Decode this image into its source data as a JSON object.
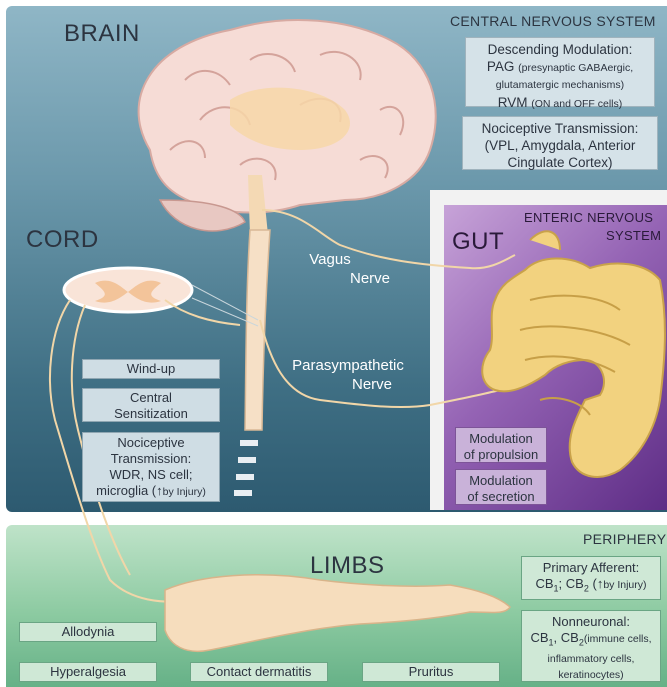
{
  "regions": {
    "brain": "BRAIN",
    "cns": "CENTRAL NERVOUS SYSTEM",
    "cord": "CORD",
    "gut": "GUT",
    "enteric_line1": "ENTERIC NERVOUS",
    "enteric_line2": "SYSTEM",
    "limbs": "LIMBS",
    "periphery": "PERIPHERY"
  },
  "nerves": {
    "vagus_line1": "Vagus",
    "vagus_line2": "Nerve",
    "para_line1": "Parasympathetic",
    "para_line2": "Nerve"
  },
  "cns_boxes": {
    "descending": {
      "title": "Descending Modulation:",
      "pag": "PAG",
      "pag_detail_1": "(presynaptic GABAergic,",
      "pag_detail_2": "glutamatergic mechanisms)",
      "rvm": "RVM",
      "rvm_detail": "(ON and OFF cells)"
    },
    "nociceptive": {
      "line1": "Nociceptive Transmission:",
      "line2": "(VPL, Amygdala, Anterior",
      "line3": "Cingulate Cortex)"
    }
  },
  "cord_boxes": {
    "windup": "Wind-up",
    "central_1": "Central",
    "central_2": "Sensitization",
    "noci_1": "Nociceptive",
    "noci_2": "Transmission:",
    "noci_3": "WDR, NS cell;",
    "noci_4": "microglia (",
    "noci_arrow": "↑",
    "noci_5": "by Injury)"
  },
  "gut_boxes": {
    "propulsion_1": "Modulation",
    "propulsion_2": "of propulsion",
    "secretion_1": "Modulation",
    "secretion_2": "of secretion"
  },
  "periphery_boxes": {
    "primary_title": "Primary Afferent:",
    "primary_cb": "CB",
    "primary_sub1": "1",
    "primary_sep": "; CB",
    "primary_sub2": "2",
    "primary_arrow": "(↑",
    "primary_injury": "by Injury)",
    "nonneuro_title": "Nonneuronal:",
    "nonneuro_cb": "CB",
    "nonneuro_sub1": "1",
    "nonneuro_sep": ", CB",
    "nonneuro_sub2": "2",
    "nonneuro_detail1": "(immune cells,",
    "nonneuro_detail2": "inflammatory cells,",
    "nonneuro_detail3": "keratinocytes)"
  },
  "symptoms": {
    "allodynia": "Allodynia",
    "hyperalgesia": "Hyperalgesia",
    "contact": "Contact dermatitis",
    "pruritus": "Pruritus"
  },
  "colors": {
    "cns_panel": "#5f8ea2",
    "gut_panel": "#8a57ab",
    "periphery_panel": "#8ccaa1",
    "tissue": "#f5dcc0",
    "nerve": "#efcf9a"
  }
}
